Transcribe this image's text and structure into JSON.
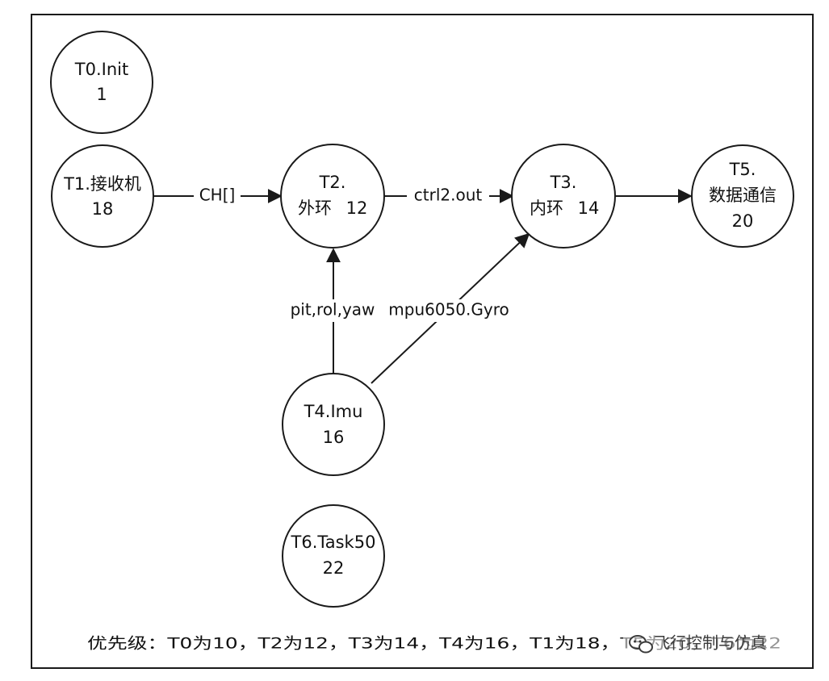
{
  "nodes": {
    "t0": {
      "title": "T0.Init",
      "value": "1"
    },
    "t1": {
      "title": "T1.接收机",
      "value": "18"
    },
    "t2": {
      "title": "T2.",
      "line2": "外环",
      "value": "12"
    },
    "t3": {
      "title": "T3.",
      "line2": "内环",
      "value": "14"
    },
    "t4": {
      "title": "T4.Imu",
      "value": "16"
    },
    "t5": {
      "title": "T5.",
      "line2": "数据通信",
      "value": "20"
    },
    "t6": {
      "title": "T6.Task50",
      "value": "22"
    }
  },
  "edges": {
    "t1_t2": "CH[]",
    "t2_t3": "ctrl2.out",
    "t4_t2": "pit,rol,yaw",
    "t4_t3": "mpu6050.Gyro"
  },
  "footer": {
    "priority_text": "优先级：T0为10，T2为12，T3为14，T4为16，T1为18，T5为20，T6为22"
  },
  "watermark": {
    "text": "飞行控制与仿真",
    "icon": "wechat-icon"
  },
  "colors": {
    "stroke": "#1a1a1a",
    "text": "#111111",
    "background": "#ffffff"
  }
}
